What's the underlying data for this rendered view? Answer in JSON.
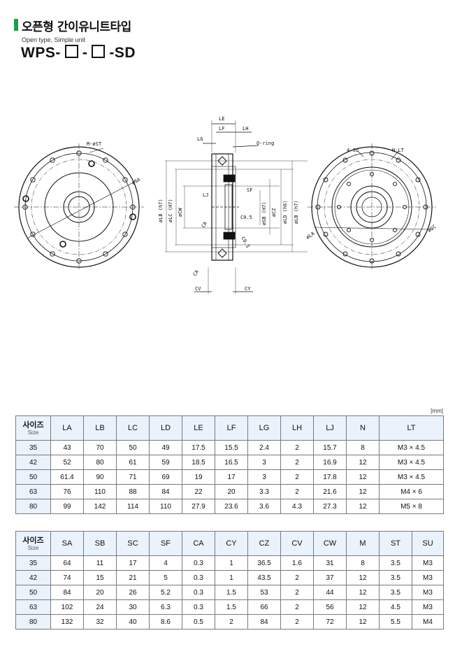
{
  "header": {
    "title_ko": "오픈형 간이유니트타입",
    "title_en": "Open type, Simple unit",
    "model_prefix": "WPS-",
    "model_sep": "-",
    "model_suffix": "-SD"
  },
  "drawing_labels": {
    "m_st": "M-øST",
    "sa": "øSA",
    "le": "LE",
    "lf": "LF",
    "lh": "LH",
    "lg": "LG",
    "o_ring": "O-ring",
    "lj": "LJ",
    "sf": "SF",
    "c05": "C0.5",
    "lb_left": "øLB (h7)",
    "lc": "øLC (H7)",
    "cw": "øCW",
    "sb": "øSB (H7)",
    "cz": "øCZ",
    "ld": "øLD (h6)",
    "lb_right": "øLB (h7)",
    "ca": "CA",
    "c03": "C0.3",
    "cv": "CV",
    "cy": "CY",
    "su": "4-SU",
    "nlt": "N-LT",
    "la": "øLA",
    "sc": "øSC"
  },
  "unit": "[mm]",
  "size_header": {
    "ko": "사이즈",
    "en": "Size"
  },
  "table1": {
    "headers": [
      "LA",
      "LB",
      "LC",
      "LD",
      "LE",
      "LF",
      "LG",
      "LH",
      "LJ",
      "N",
      "LT"
    ],
    "rows": [
      [
        "35",
        "43",
        "70",
        "50",
        "49",
        "17.5",
        "15.5",
        "2.4",
        "2",
        "15.7",
        "8",
        "M3 × 4.5"
      ],
      [
        "42",
        "52",
        "80",
        "61",
        "59",
        "18.5",
        "16.5",
        "3",
        "2",
        "16.9",
        "12",
        "M3 × 4.5"
      ],
      [
        "50",
        "61.4",
        "90",
        "71",
        "69",
        "19",
        "17",
        "3",
        "2",
        "17.8",
        "12",
        "M3 × 4.5"
      ],
      [
        "63",
        "76",
        "110",
        "88",
        "84",
        "22",
        "20",
        "3.3",
        "2",
        "21.6",
        "12",
        "M4 × 6"
      ],
      [
        "80",
        "99",
        "142",
        "114",
        "110",
        "27.9",
        "23.6",
        "3.6",
        "4.3",
        "27.3",
        "12",
        "M5 × 8"
      ]
    ]
  },
  "table2": {
    "headers": [
      "SA",
      "SB",
      "SC",
      "SF",
      "CA",
      "CY",
      "CZ",
      "CV",
      "CW",
      "M",
      "ST",
      "SU"
    ],
    "rows": [
      [
        "35",
        "64",
        "11",
        "17",
        "4",
        "0.3",
        "1",
        "36.5",
        "1.6",
        "31",
        "8",
        "3.5",
        "M3"
      ],
      [
        "42",
        "74",
        "15",
        "21",
        "5",
        "0.3",
        "1",
        "43.5",
        "2",
        "37",
        "12",
        "3.5",
        "M3"
      ],
      [
        "50",
        "84",
        "20",
        "26",
        "5.2",
        "0.3",
        "1.5",
        "53",
        "2",
        "44",
        "12",
        "3.5",
        "M3"
      ],
      [
        "63",
        "102",
        "24",
        "30",
        "6.3",
        "0.3",
        "1.5",
        "66",
        "2",
        "56",
        "12",
        "4.5",
        "M3"
      ],
      [
        "80",
        "132",
        "32",
        "40",
        "8.6",
        "0.5",
        "2",
        "84",
        "2",
        "72",
        "12",
        "5.5",
        "M4"
      ]
    ]
  }
}
